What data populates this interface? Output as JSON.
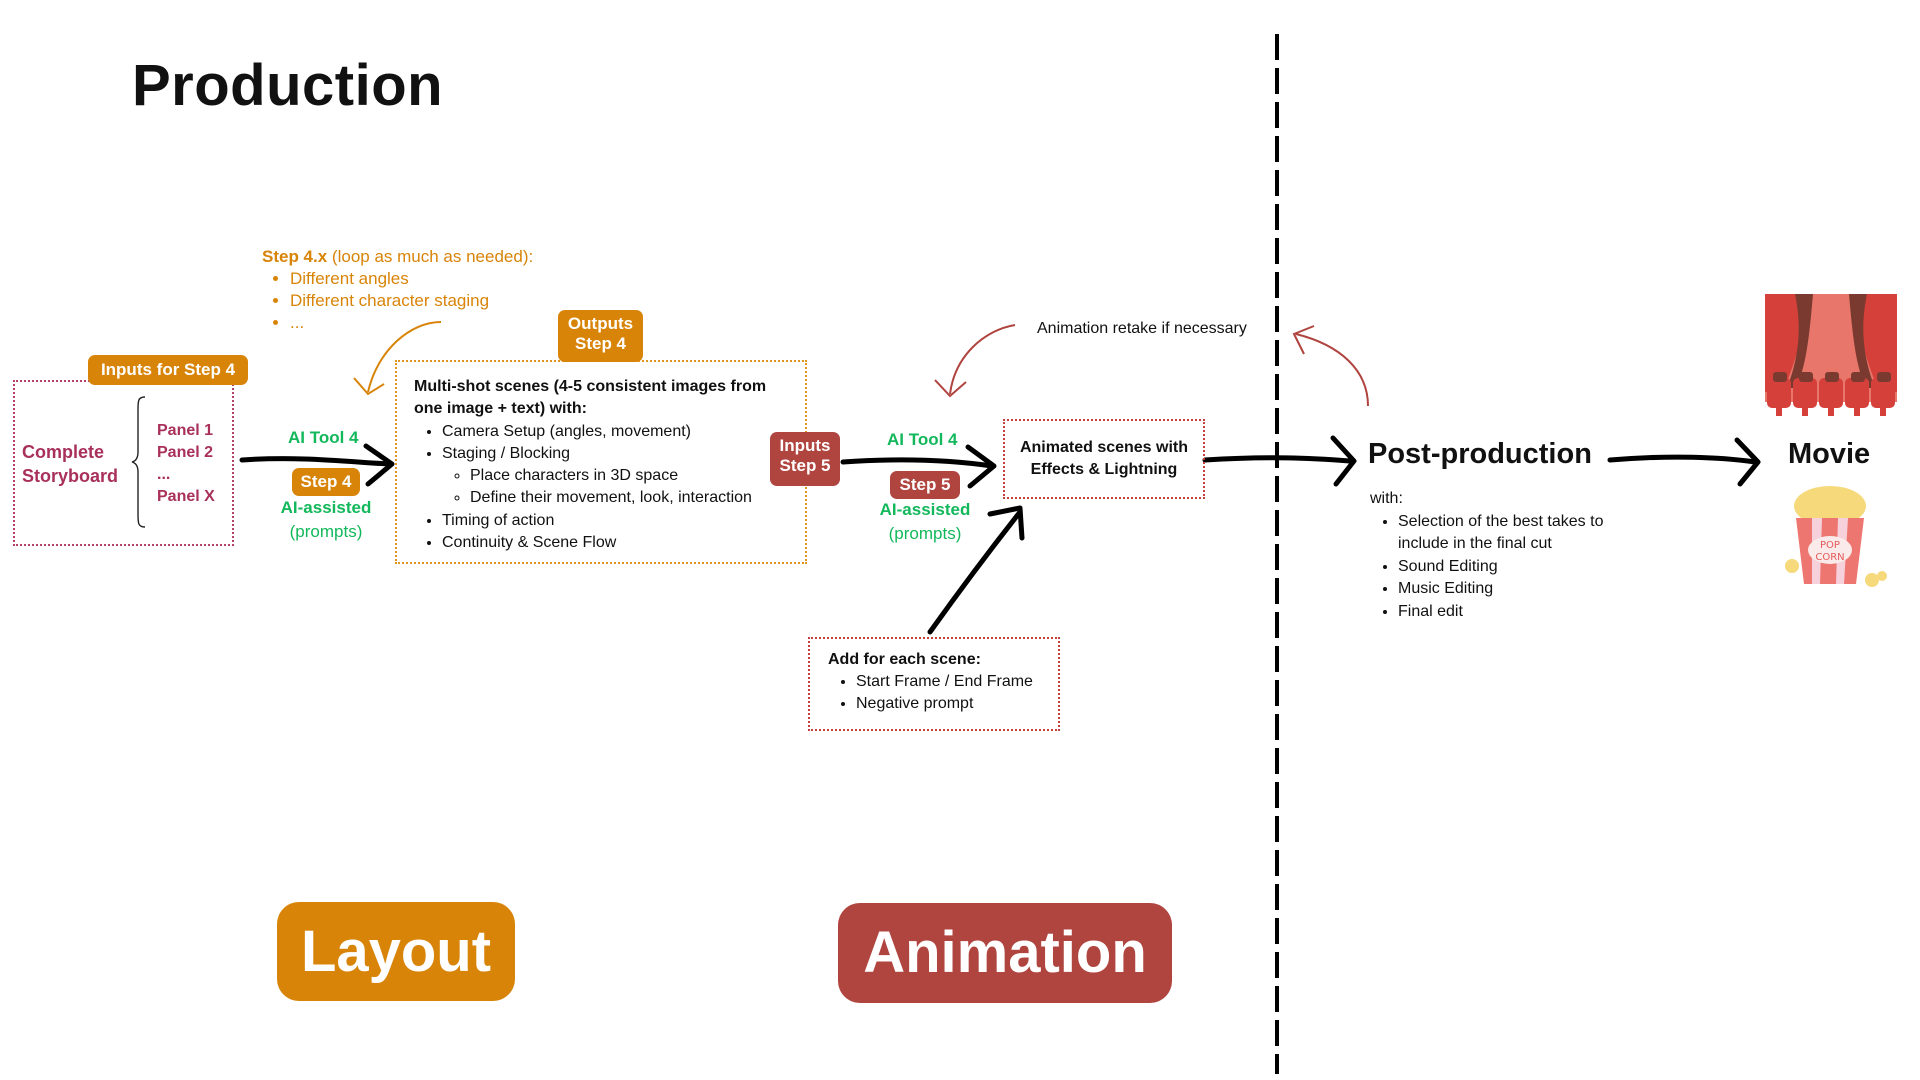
{
  "title": "Production",
  "loop_note": {
    "heading_bold": "Step 4.x",
    "heading_rest": " (loop as much as needed):",
    "items": [
      "Different angles",
      "Different character staging",
      "..."
    ]
  },
  "inputs_step4": {
    "tag": "Inputs for Step 4",
    "storyboard_label_line1": "Complete",
    "storyboard_label_line2": "Storyboard",
    "panels": [
      "Panel 1",
      "Panel 2",
      "...",
      "Panel X"
    ]
  },
  "step4_connector": {
    "tool": "AI Tool 4",
    "step_tag": "Step 4",
    "assist_line1": "AI-assisted",
    "assist_line2": "(prompts)"
  },
  "outputs_step4": {
    "tag_line1": "Outputs",
    "tag_line2": "Step 4",
    "heading": "Multi-shot scenes (4-5 consistent images from one image + text) with:",
    "items": [
      {
        "text": "Camera Setup (angles, movement)",
        "sub": []
      },
      {
        "text": "Staging / Blocking",
        "sub": [
          "Place characters in 3D space",
          "Define their movement, look, interaction"
        ]
      },
      {
        "text": "Timing of action",
        "sub": []
      },
      {
        "text": "Continuity & Scene Flow",
        "sub": []
      }
    ]
  },
  "inputs_step5": {
    "tag_line1": "Inputs",
    "tag_line2": "Step 5"
  },
  "step5_connector": {
    "tool": "AI Tool 4",
    "step_tag": "Step 5",
    "assist_line1": "AI-assisted",
    "assist_line2": "(prompts)"
  },
  "animated_scenes": {
    "line1": "Animated scenes with",
    "line2": "Effects & Lightning"
  },
  "add_each_scene": {
    "heading": "Add for each scene:",
    "items": [
      "Start Frame / End Frame",
      "Negative prompt"
    ]
  },
  "retake_note": "Animation retake if necessary",
  "post_production": {
    "title": "Post-production",
    "intro": "with:",
    "items": [
      "Selection of the best takes to include in the final cut",
      "Sound Editing",
      "Music Editing",
      "Final edit"
    ]
  },
  "movie": {
    "title": "Movie",
    "icon_top": "cinema-theater-icon",
    "icon_bottom": "popcorn-icon",
    "popcorn_text_line1": "POP",
    "popcorn_text_line2": "CORN"
  },
  "phase_badges": {
    "layout": "Layout",
    "animation": "Animation"
  },
  "colors": {
    "layout_orange": "#d88408",
    "animation_red": "#b0443f",
    "storyboard_maroon": "#a8305a",
    "ai_green": "#12b85b"
  }
}
